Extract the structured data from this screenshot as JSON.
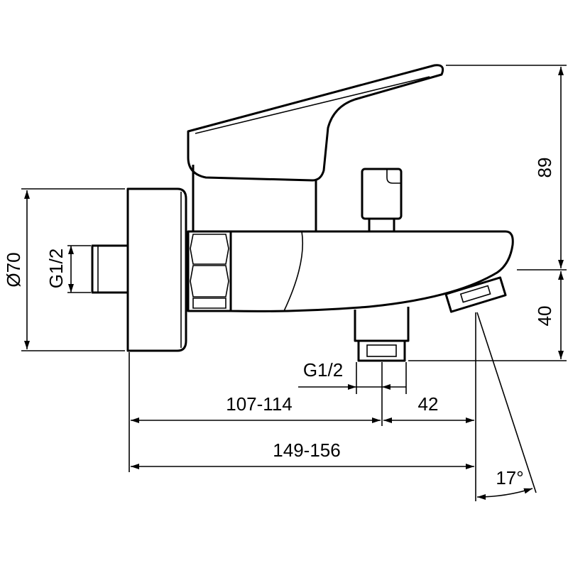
{
  "drawing": {
    "labels": {
      "plate_diameter": "Ø70",
      "inlet_thread": "G1/2",
      "height_above_axis": "89",
      "height_below_axis": "40",
      "outlet_thread": "G1/2",
      "wall_to_outlet": "107-114",
      "outlet_to_spout": "42",
      "total_projection": "149-156",
      "spout_angle": "17°"
    }
  }
}
